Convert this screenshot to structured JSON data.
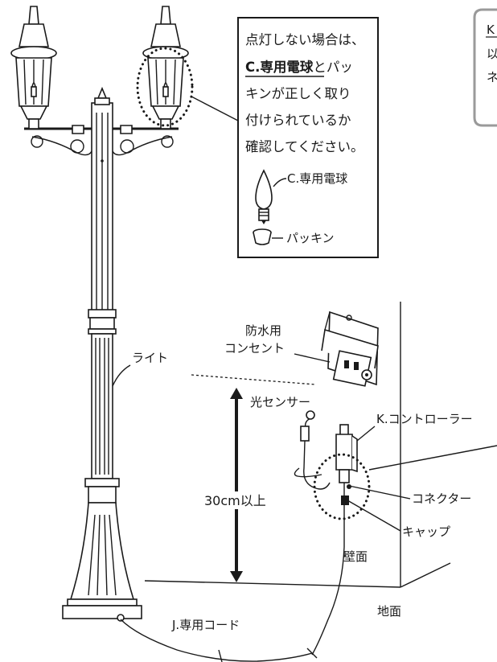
{
  "callout": {
    "line1": "点灯しない場合は、",
    "line2_emph": "C.専用電球",
    "line2_rest": "とパッ",
    "line3": "キンが正しく取り",
    "line4": "付けられているか",
    "line5": "確認してください。",
    "bulb_label": "C.専用電球",
    "packing_label": "パッキン"
  },
  "labels": {
    "light": "ライト",
    "outlet_line1": "防水用",
    "outlet_line2": "コンセント",
    "sensor": "光センサー",
    "controller": "K.コントローラー",
    "height": "30cm以上",
    "connector": "コネクター",
    "cap": "キャップ",
    "wall": "壁面",
    "ground": "地面",
    "cord": "J.専用コード"
  },
  "right_box": {
    "line1": "K",
    "line2": "以",
    "line3": "ネ"
  }
}
